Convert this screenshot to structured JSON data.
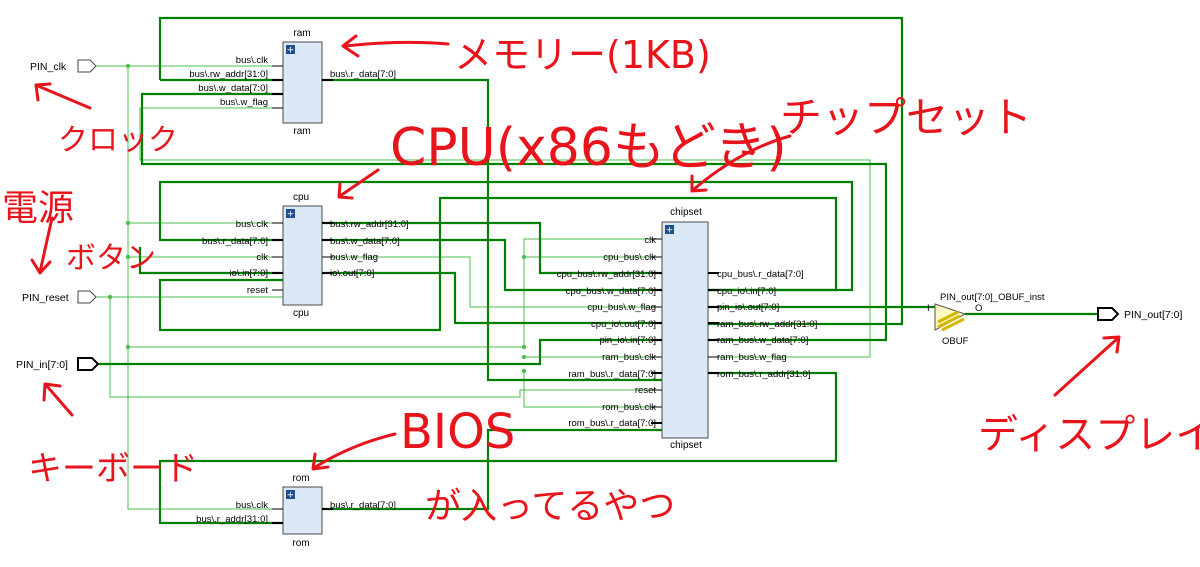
{
  "blocks": {
    "ram": {
      "name": "ram",
      "inputs": [
        "bus\\.clk",
        "bus\\.rw_addr[31:0]",
        "bus\\.w_data[7:0]",
        "bus\\.w_flag"
      ],
      "outputs": [
        "bus\\.r_data[7:0]"
      ]
    },
    "cpu": {
      "name": "cpu",
      "inputs": [
        "bus\\.clk",
        "bus\\.r_data[7:0]",
        "clk",
        "io\\.in[7:0]",
        "reset"
      ],
      "outputs": [
        "bus\\.rw_addr[31:0]",
        "bus\\.w_data[7:0]",
        "bus\\.w_flag",
        "io\\.out[7:0]"
      ]
    },
    "chipset": {
      "name": "chipset",
      "inputs": [
        "clk",
        "cpu_bus\\.clk",
        "cpu_bus\\.rw_addr[31:0]",
        "cpu_bus\\.w_data[7:0]",
        "cpu_bus\\.w_flag",
        "cpu_io\\.out[7:0]",
        "pin_io\\.in[7:0]",
        "ram_bus\\.clk",
        "ram_bus\\.r_data[7:0]",
        "reset",
        "rom_bus\\.clk",
        "rom_bus\\.r_data[7:0]"
      ],
      "outputs": [
        "cpu_bus\\.r_data[7:0]",
        "cpu_io\\.in[7:0]",
        "pin_io\\.out[7:0]",
        "ram_bus\\.rw_addr[31:0]",
        "ram_bus\\.w_data[7:0]",
        "ram_bus\\.w_flag",
        "rom_bus\\.r_addr[31:0]"
      ]
    },
    "rom": {
      "name": "rom",
      "inputs": [
        "bus\\.clk",
        "bus\\.r_addr[31:0]"
      ],
      "outputs": [
        "bus\\.r_data[7:0]"
      ]
    }
  },
  "ports": {
    "pin_clk": "PIN_clk",
    "pin_reset": "PIN_reset",
    "pin_in": "PIN_in[7:0]",
    "pin_out": "PIN_out[7:0]"
  },
  "obuf": {
    "inst": "PIN_out[7:0]_OBUF_inst",
    "type": "OBUF",
    "in_pin": "I",
    "out_pin": "O"
  },
  "annotations": {
    "memory": "メモリー(1KB)",
    "cpu": "CPU(x86もどき)",
    "chipset": "チップセット",
    "clock": "クロック",
    "power1": "電源",
    "power2": "ボタン",
    "keyboard": "キーボード",
    "bios1": "BIOS",
    "bios2": "が入ってるやつ",
    "display": "ディスプレイ"
  },
  "colors": {
    "net_bus": "#008000",
    "net_single": "#4cbf4c",
    "block_fill": "#dbe9f7",
    "block_stroke": "#4a4a4a",
    "annotation": "#e8141b"
  }
}
